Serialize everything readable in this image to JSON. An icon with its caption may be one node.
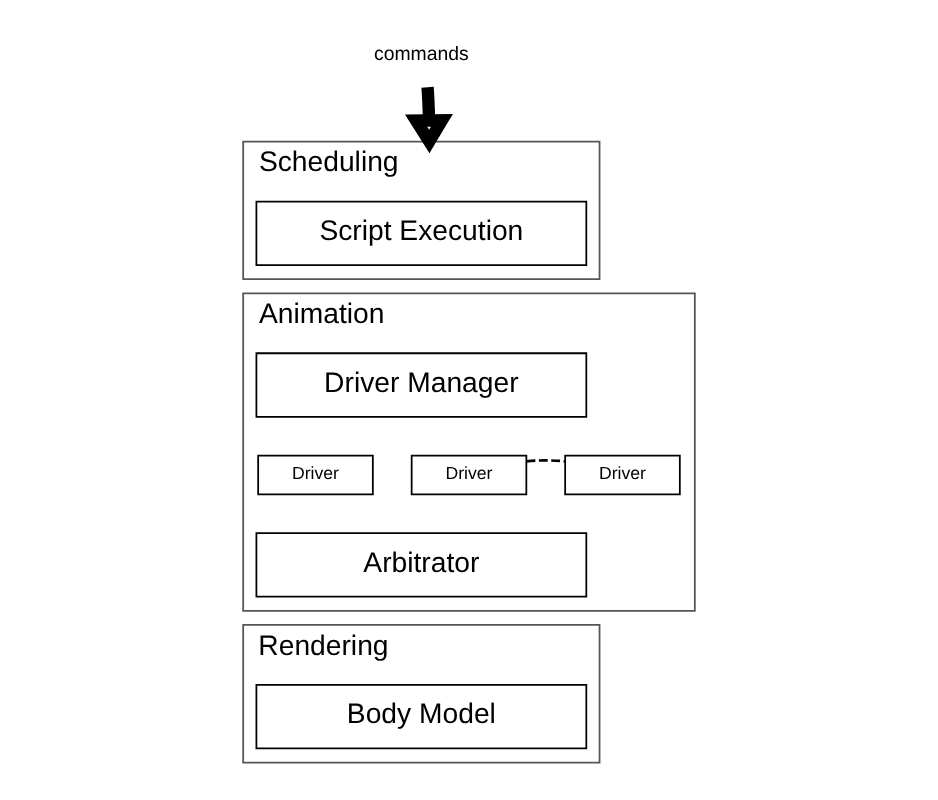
{
  "diagram": {
    "nodes": [
      {
        "text": [
          "commands"
        ]
      },
      {
        "text": [
          "Scheduling"
        ]
      },
      {
        "text": [
          "Script Execution"
        ],
        "in": 1
      },
      {
        "text": [
          "Animation"
        ]
      },
      {
        "text": [
          "Driver Manager"
        ],
        "in": 3
      },
      {
        "text": [
          "Driver"
        ],
        "in": 3
      },
      {
        "text": [
          "Driver"
        ],
        "in": 3
      },
      {
        "text": [
          "Driver"
        ],
        "in": 3
      },
      {
        "text": [
          "Arbitrator"
        ],
        "in": 3
      },
      {
        "text": [
          "Rendering"
        ]
      },
      {
        "text": [
          "Body Model"
        ],
        "in": 9
      }
    ],
    "edges": [
      {
        "from": 0,
        "to": 1,
        "arrow": "to",
        "style": "thick"
      },
      {
        "from": 6,
        "to": 7,
        "arrow": "none",
        "style": "dashed"
      }
    ]
  }
}
